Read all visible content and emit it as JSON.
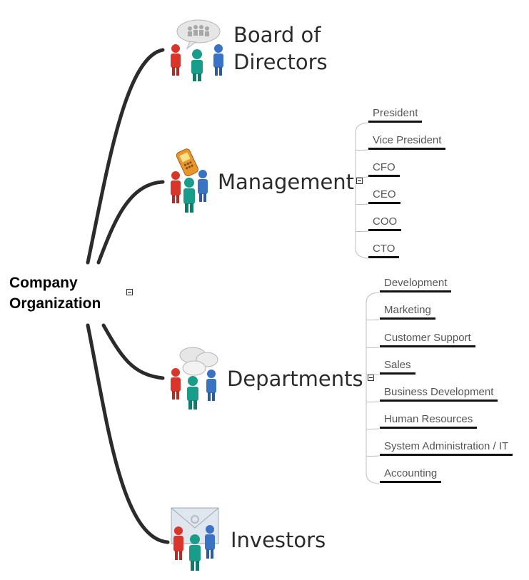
{
  "root": {
    "label_line1": "Company",
    "label_line2": "Organization"
  },
  "branches": {
    "board": {
      "label_line1": "Board of",
      "label_line2": "Directors",
      "icon": "people-speech-icon"
    },
    "management": {
      "label": "Management",
      "icon": "people-phone-icon",
      "items": [
        "President",
        "Vice President",
        "CFO",
        "CEO",
        "COO",
        "CTO"
      ]
    },
    "departments": {
      "label": "Departments",
      "icon": "people-chat-icon",
      "items": [
        "Development",
        "Marketing",
        "Customer Support",
        "Sales",
        "Business Development",
        "Human Resources",
        "System Administration / IT",
        "Accounting"
      ]
    },
    "investors": {
      "label": "Investors",
      "icon": "people-mail-icon"
    }
  },
  "colors": {
    "edge": "#2b2b2b",
    "leaf_underline": "#111111",
    "bracket": "#bdbdbd",
    "person_red": "#d9352b",
    "person_teal": "#1a9c8a",
    "person_blue": "#3a72c4"
  }
}
